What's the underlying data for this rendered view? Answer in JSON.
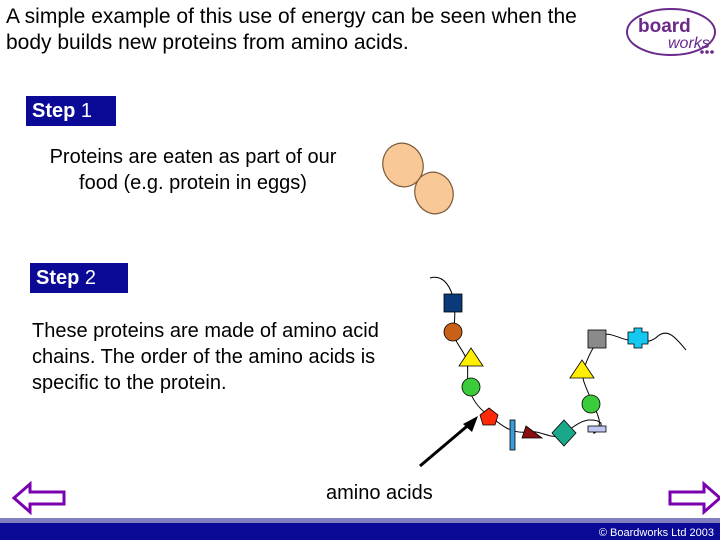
{
  "intro_text": "A simple example of this use of energy can be seen when the body builds new proteins from amino acids.",
  "logo": {
    "word1": "board",
    "word2": "works"
  },
  "step1": {
    "label_bold": "Step",
    "label_num": " 1",
    "text": "Proteins are eaten as part of our food (e.g. protein in eggs)"
  },
  "step2": {
    "label_bold": "Step",
    "label_num": " 2",
    "text": "These proteins are made of amino acid chains. The order of the amino acids is specific to the protein."
  },
  "diagram_label": "amino acids",
  "footer": {
    "copyright": "© Boardworks Ltd 2003"
  },
  "colors": {
    "step_bg": "#0a0a96",
    "footer_bar": "#0a0a96",
    "nav_arrow": "#7a00b0",
    "egg": "#f8c896"
  },
  "icons": {
    "prev": "left-arrow-icon",
    "next": "right-arrow-icon"
  }
}
